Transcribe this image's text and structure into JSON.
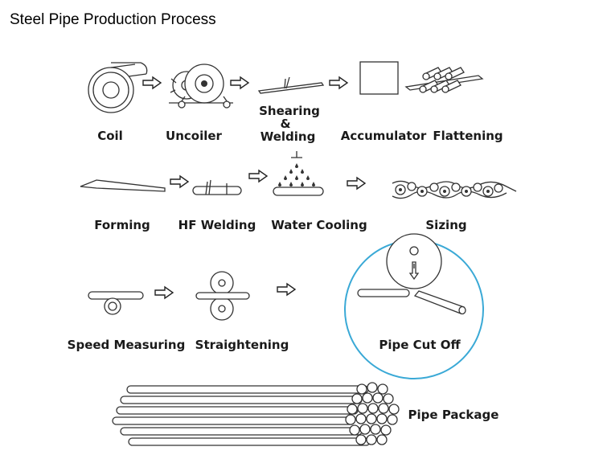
{
  "title": "Steel Pipe Production Process",
  "steps": {
    "coil": "Coil",
    "uncoiler": "Uncoiler",
    "shearing": "Shearing",
    "amp": "&",
    "welding": "Welding",
    "accumulator": "Accumulator",
    "flattening": "Flattening",
    "forming": "Forming",
    "hf_welding": "HF Welding",
    "water_cooling": "Water Cooling",
    "sizing": "Sizing",
    "speed_measuring": "Speed Measuring",
    "straightening": "Straightening",
    "pipe_cut_off": "Pipe Cut Off",
    "pipe_package": "Pipe Package"
  },
  "colors": {
    "highlight_circle": "#3aa9d6",
    "line": "#333333"
  }
}
